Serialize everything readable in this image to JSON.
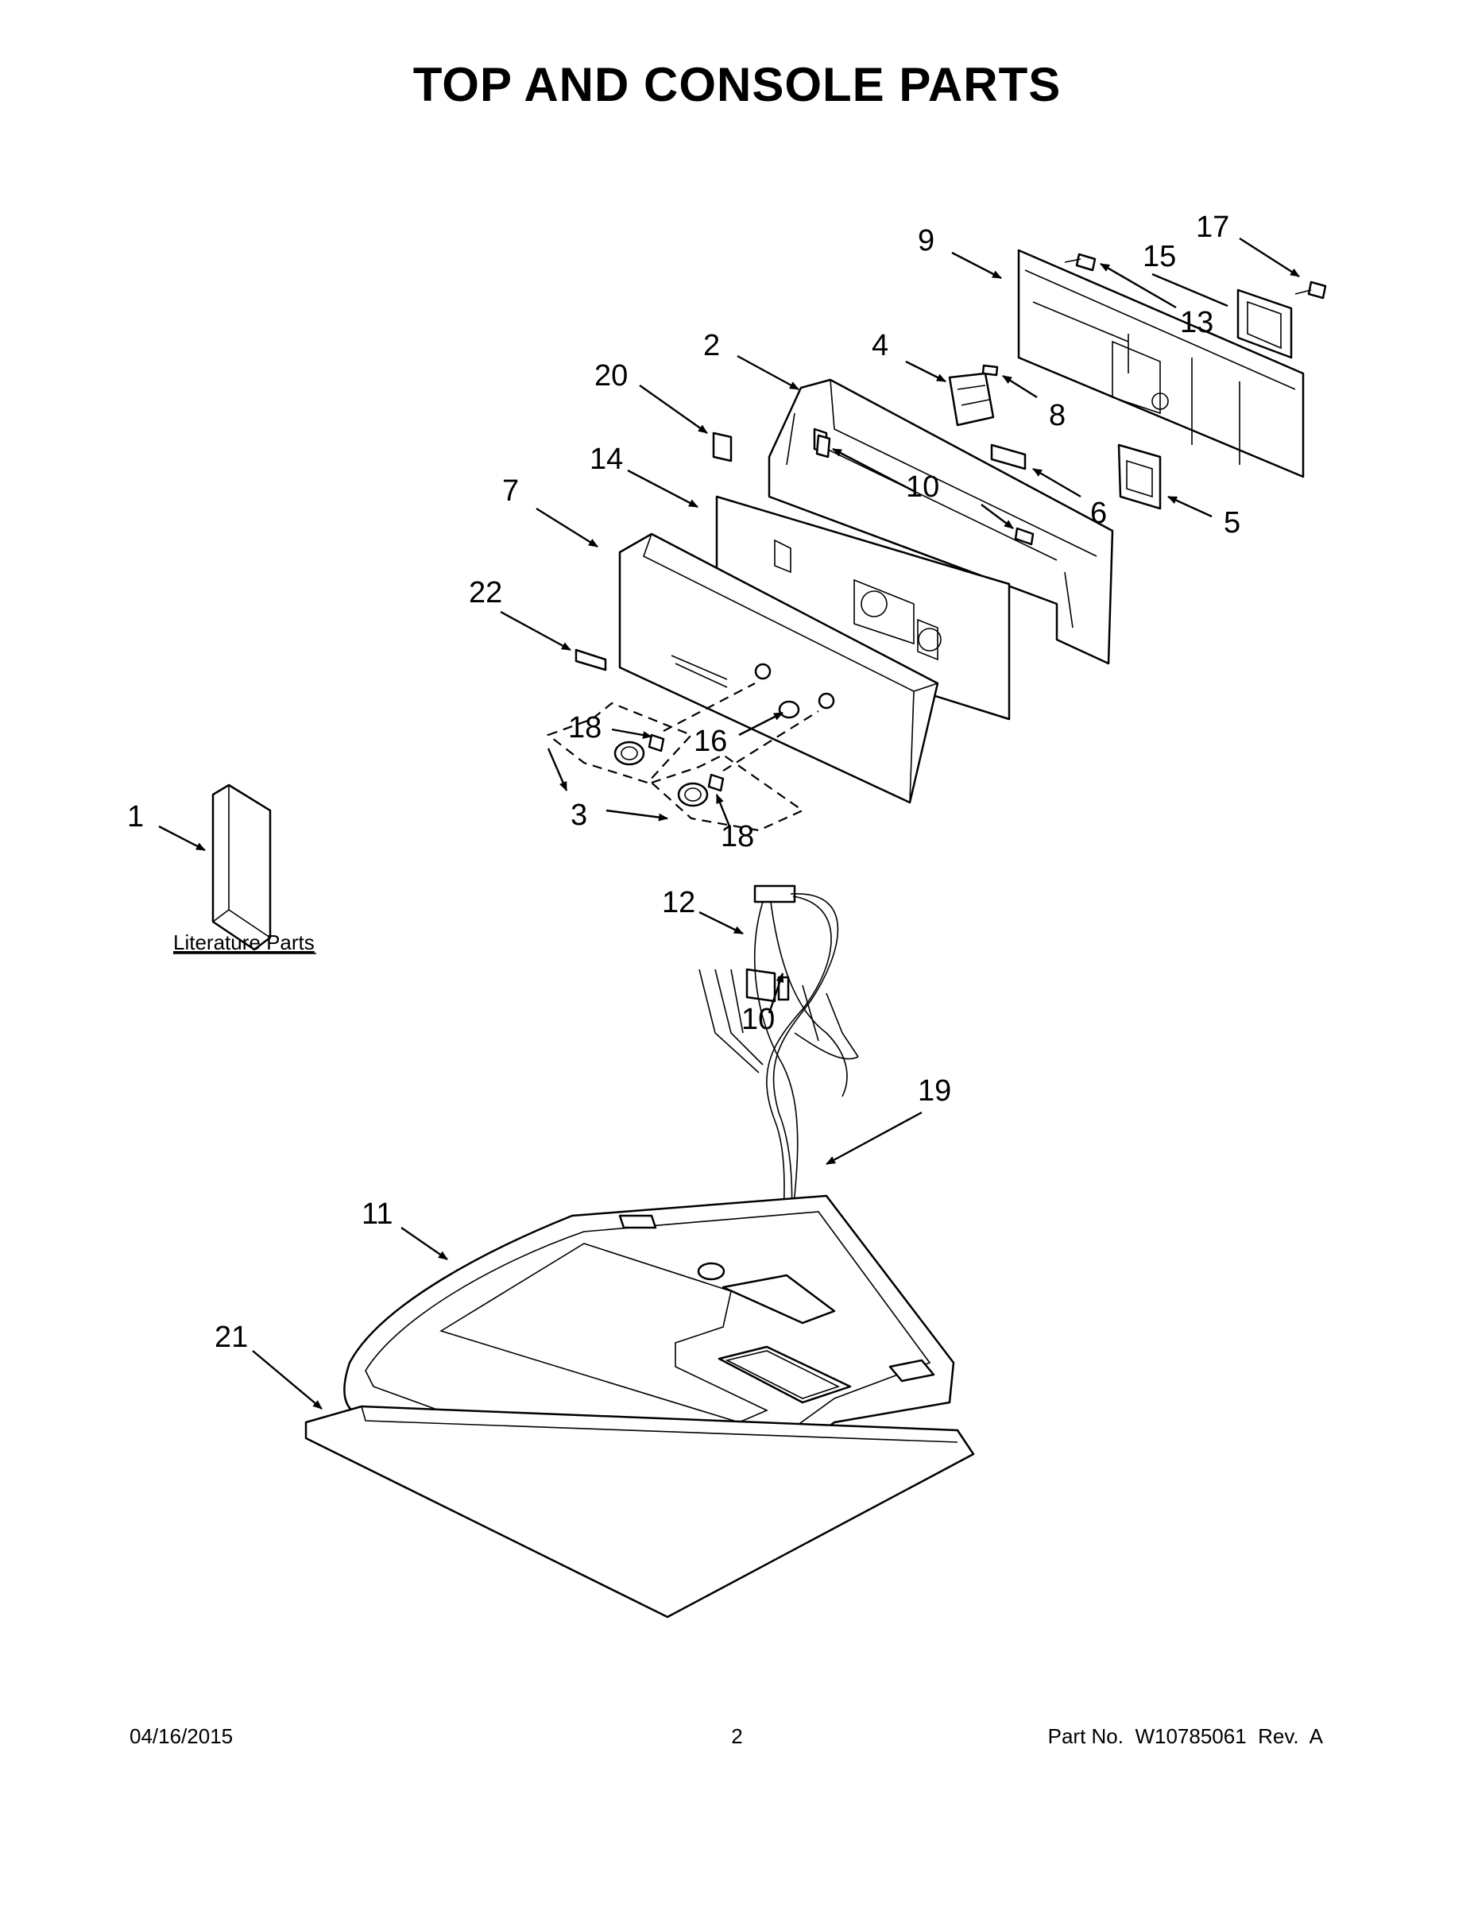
{
  "title": "TOP AND CONSOLE PARTS",
  "footer": {
    "date": "04/16/2015",
    "page": "2",
    "part_number": "Part No.  W10785061  Rev.  A"
  },
  "literature_label": "Literature Parts",
  "callouts": {
    "c1": "1",
    "c2": "2",
    "c3": "3",
    "c4": "4",
    "c5": "5",
    "c6": "6",
    "c7": "7",
    "c8": "8",
    "c9": "9",
    "c10a": "10",
    "c10b": "10",
    "c11": "11",
    "c12": "12",
    "c13": "13",
    "c14": "14",
    "c15": "15",
    "c16": "16",
    "c17": "17",
    "c18a": "18",
    "c18b": "18",
    "c19": "19",
    "c20": "20",
    "c21": "21",
    "c22": "22"
  }
}
